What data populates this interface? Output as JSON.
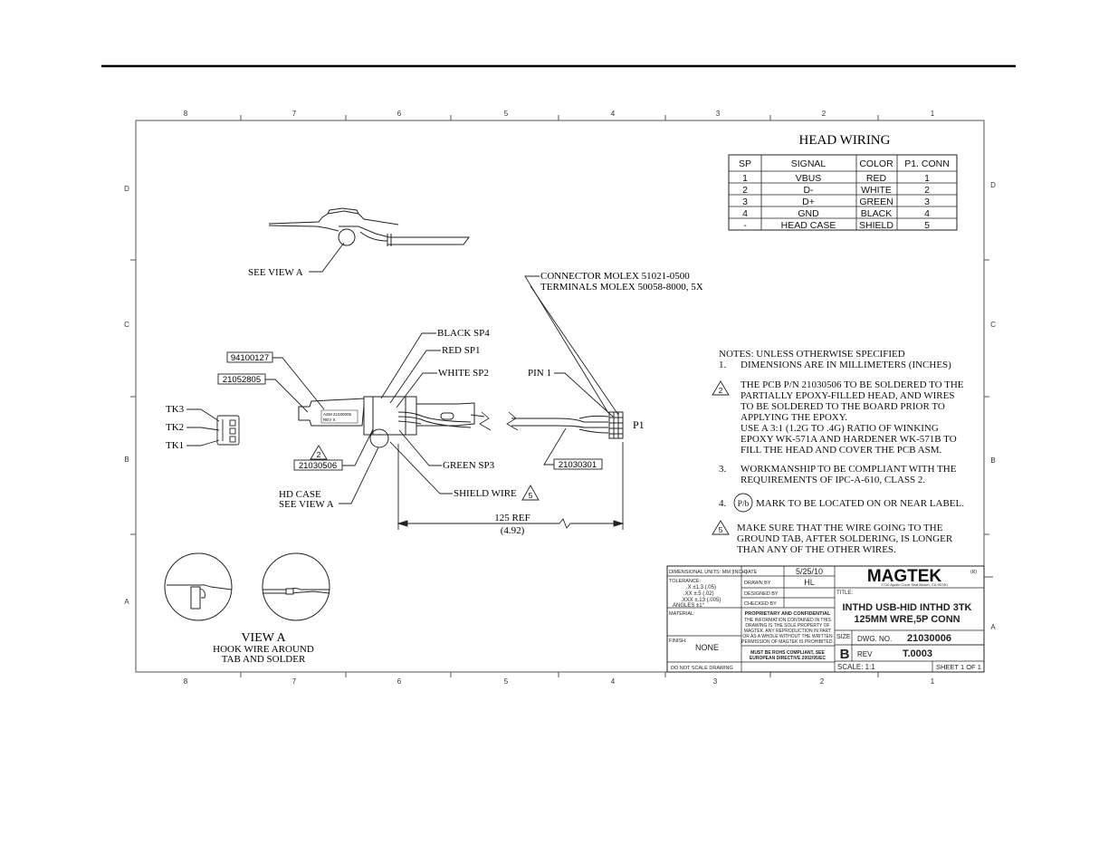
{
  "zone_labels": {
    "top": [
      "8",
      "7",
      "6",
      "5",
      "4",
      "3",
      "2",
      "1"
    ],
    "bottom": [
      "8",
      "7",
      "6",
      "5",
      "4",
      "3",
      "2",
      "1"
    ],
    "left": [
      "D",
      "C",
      "B",
      "A"
    ],
    "right": [
      "D",
      "C",
      "B",
      "A"
    ]
  },
  "head_wiring": {
    "title": "HEAD WIRING",
    "headers": [
      "SP",
      "SIGNAL",
      "COLOR",
      "P1. CONN"
    ],
    "rows": [
      [
        "1",
        "VBUS",
        "RED",
        "1"
      ],
      [
        "2",
        "D-",
        "WHITE",
        "2"
      ],
      [
        "3",
        "D+",
        "GREEN",
        "3"
      ],
      [
        "4",
        "GND",
        "BLACK",
        "4"
      ],
      [
        "-",
        "HEAD CASE",
        "SHIELD",
        "5"
      ]
    ]
  },
  "callouts": {
    "see_view_a": "SEE VIEW A",
    "connector_1": "CONNECTOR MOLEX 51021-0500",
    "connector_2": "TERMINALS MOLEX 50058-8000, 5X",
    "black_sp4": "BLACK SP4",
    "red_sp1": "RED SP1",
    "white_sp2": "WHITE SP2",
    "pin1": "PIN 1",
    "p1": "P1",
    "part_94100127": "94100127",
    "part_21052805": "21052805",
    "tk3": "TK3",
    "tk2": "TK2",
    "tk1": "TK1",
    "rev_mark": "2",
    "part_21030506": "21030506",
    "part_21030301": "21030301",
    "green_sp3": "GREEN SP3",
    "shield_wire": "SHIELD WIRE",
    "shield_mark": "5",
    "hd_case_1": "HD CASE",
    "hd_case_2": "SEE VIEW A",
    "dim_ref": "125 REF",
    "dim_inch": "(4.92)",
    "label_asm": "ASM 21030005",
    "label_rev": "REV X"
  },
  "notes": {
    "heading": "NOTES: UNLESS OTHERWISE SPECIFIED",
    "n1_num": "1.",
    "n1": "DIMENSIONS ARE IN MILLIMETERS (INCHES)",
    "n2_num": "2",
    "n2_lines": [
      "THE PCB P/N 21030506 TO BE SOLDERED TO THE",
      "PARTIALLY EPOXY-FILLED HEAD, AND WIRES",
      "TO BE SOLDERED TO THE BOARD PRIOR TO",
      "APPLYING THE EPOXY.",
      "USE A 3:1 (1.2G TO .4G) RATIO OF WINKING",
      "EPOXY WK-571A AND HARDENER WK-571B TO",
      "FILL THE HEAD AND COVER THE PCB ASM."
    ],
    "n3_num": "3.",
    "n3_lines": [
      "WORKMANSHIP TO BE COMPLIANT WITH THE",
      "REQUIREMENTS OF IPC-A-610, CLASS 2."
    ],
    "n4_num": "4.",
    "n4_symbol": "P/b",
    "n4": "MARK TO BE LOCATED ON OR NEAR LABEL.",
    "n5_num": "5",
    "n5_lines": [
      "MAKE SURE THAT THE WIRE GOING TO THE",
      "GROUND TAB, AFTER SOLDERING, IS LONGER",
      "THAN ANY OF THE OTHER WIRES."
    ]
  },
  "view_a": {
    "title": "VIEW A",
    "line1": "HOOK WIRE AROUND",
    "line2": "TAB AND SOLDER"
  },
  "title_block": {
    "dim_units": "DIMENSIONAL UNITS: MM [INCH]",
    "tolerance": "TOLERANCE:",
    "tol_x": ".X    ±1.3 (.05)",
    "tol_xx": ".XX   ±.5 (.02)",
    "tol_xxx": ".XXX ±.13 (.005)",
    "tol_angles": "ANGLES ±1°",
    "material": "MATERIAL:",
    "finish": "FINISH:",
    "finish_value": "NONE",
    "do_not_scale": "DO NOT SCALE DRAWING",
    "date_label": "DATE",
    "date_value": "5/25/10",
    "drawn_by_label": "DRAWN BY",
    "drawn_by_value": "HL",
    "designed_by_label": "DESIGNED BY",
    "checked_by_label": "CHECKED BY",
    "prop_title": "PROPRIETARY AND CONFIDENTIAL",
    "prop_lines": [
      "THE INFORMATION CONTAINED IN THIS",
      "DRAWING IS THE SOLE PROPERTY OF",
      "MAGTEK. ANY REPRODUCTION IN PART",
      "OR AS A WHOLE WITHOUT THE WRITTEN",
      "PERMISSION OF MAGTEK IS PROHIBITED."
    ],
    "rohs_1": "MUST BE ROHS COMPLIANT, SEE",
    "rohs_2": "EUROPEAN DIRECTIVE 2002/95/EC",
    "logo": "MAGTEK",
    "logo_reg": "(R)",
    "logo_sub": "1710 Apollo Court  Seal Beach, CA 90740",
    "title_label": "TITLE:",
    "title_1": "INTHD USB-HID INTHD 3TK",
    "title_2": "125MM WRE,5P CONN",
    "size_label": "SIZE",
    "size_value": "B",
    "dwg_label": "DWG.  NO.",
    "dwg_value": "21030006",
    "rev_label": "REV",
    "rev_value": "T.0003",
    "scale": "SCALE: 1:1",
    "sheet": "SHEET 1 OF 1"
  }
}
